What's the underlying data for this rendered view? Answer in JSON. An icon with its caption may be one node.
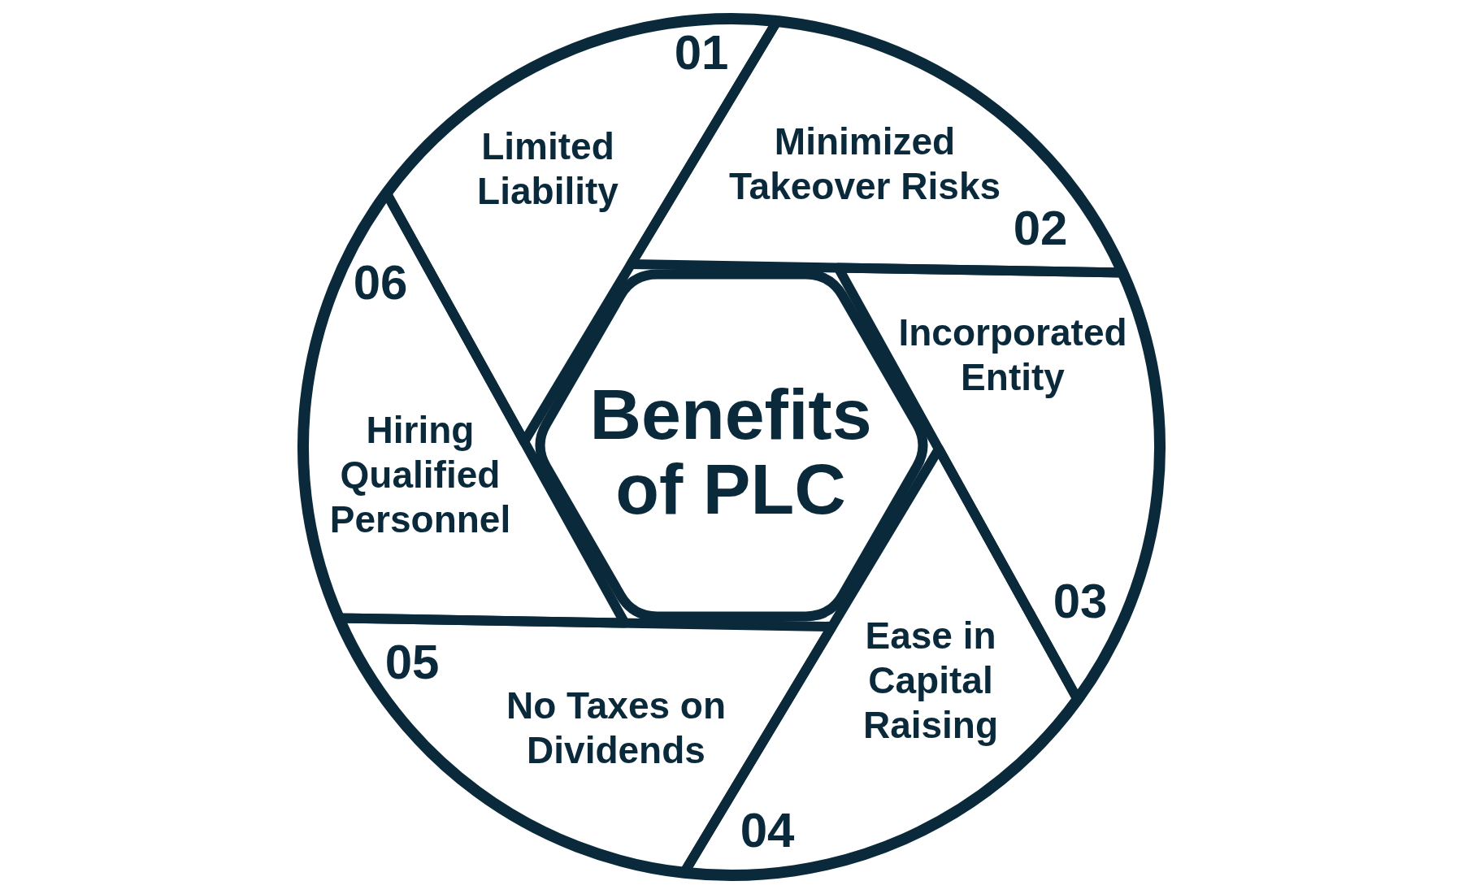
{
  "diagram": {
    "nodes": [
      {
        "text": [
          "Benefits of PLC"
        ]
      },
      {
        "text": [
          "01",
          "Limited Liability"
        ]
      },
      {
        "text": [
          "Minimized Takeover Risks",
          "02"
        ]
      },
      {
        "text": [
          "Incorporated Entity",
          "03"
        ]
      },
      {
        "text": [
          "Ease in Capital Raising",
          "04"
        ]
      },
      {
        "text": [
          "05",
          "No Taxes on Dividends"
        ]
      },
      {
        "text": [
          "06",
          "Hiring Qualified Personnel"
        ]
      }
    ]
  }
}
